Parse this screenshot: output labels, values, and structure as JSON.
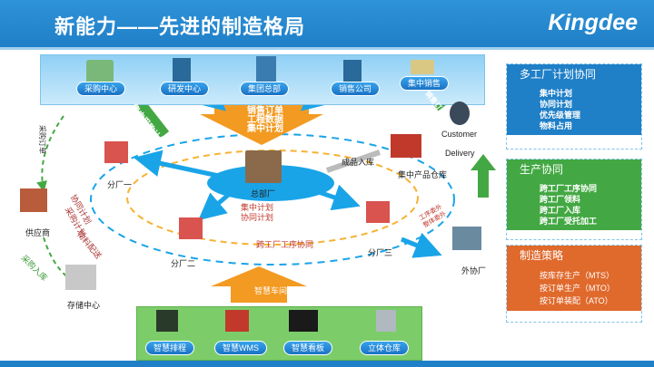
{
  "header": {
    "title": "新能力——先进的制造格局",
    "logo": "Kingdee"
  },
  "top_nodes": [
    "采购中心",
    "研发中心",
    "集团总部",
    "销售公司",
    "集中销售"
  ],
  "top_labels": {
    "centralized_purchase": "集中采购计划",
    "sales_orders": [
      "销售订单",
      "工程数据",
      "集中计划"
    ],
    "sales_order_arrow": "销售订单"
  },
  "center": {
    "hq_factory": "总部厂",
    "plans": [
      "集中计划",
      "协同计划"
    ],
    "collab": "跨工厂工序协同"
  },
  "branches": {
    "one": "分厂一",
    "two": "分厂二",
    "three": "分厂三"
  },
  "left_side": {
    "supplier": "供应商",
    "storage": "存储中心",
    "procurement_plan": "采购计划",
    "collab_plan": "协同计划",
    "material_dist": "物料配送",
    "purchase_in": "采购入库",
    "purchase_order": "采购订单"
  },
  "right_side": {
    "finished_in": "成品入库",
    "central_warehouse": "集中产品仓库",
    "customer": "Customer",
    "delivery": "Delivery",
    "outsource": "外协厂",
    "outsource_note": [
      "工序委外",
      "整体委外"
    ]
  },
  "bottom": {
    "smart_workshop": "智慧车间",
    "items": [
      "智慧排程",
      "智慧WMS",
      "智慧看板",
      "立体仓库"
    ]
  },
  "panels": [
    {
      "title": "多工厂计划协同",
      "items": [
        "集中计划",
        "协同计划",
        "优先级管理",
        "物料占用"
      ],
      "color": "#1f7fc7"
    },
    {
      "title": "生产协同",
      "items": [
        "跨工厂工序协同",
        "跨工厂领料",
        "跨工厂入库",
        "跨工厂受托加工"
      ],
      "color": "#43a843"
    },
    {
      "title": "制造策略",
      "items": [
        "按库存生产（MTS）",
        "按订单生产（MTO）",
        "按订单装配（ATO）"
      ],
      "color": "#e0692c"
    }
  ],
  "colors": {
    "blue": "#1f7fc7",
    "green": "#43a843",
    "orange": "#e0692c",
    "arrow_orange": "#f39a22"
  }
}
